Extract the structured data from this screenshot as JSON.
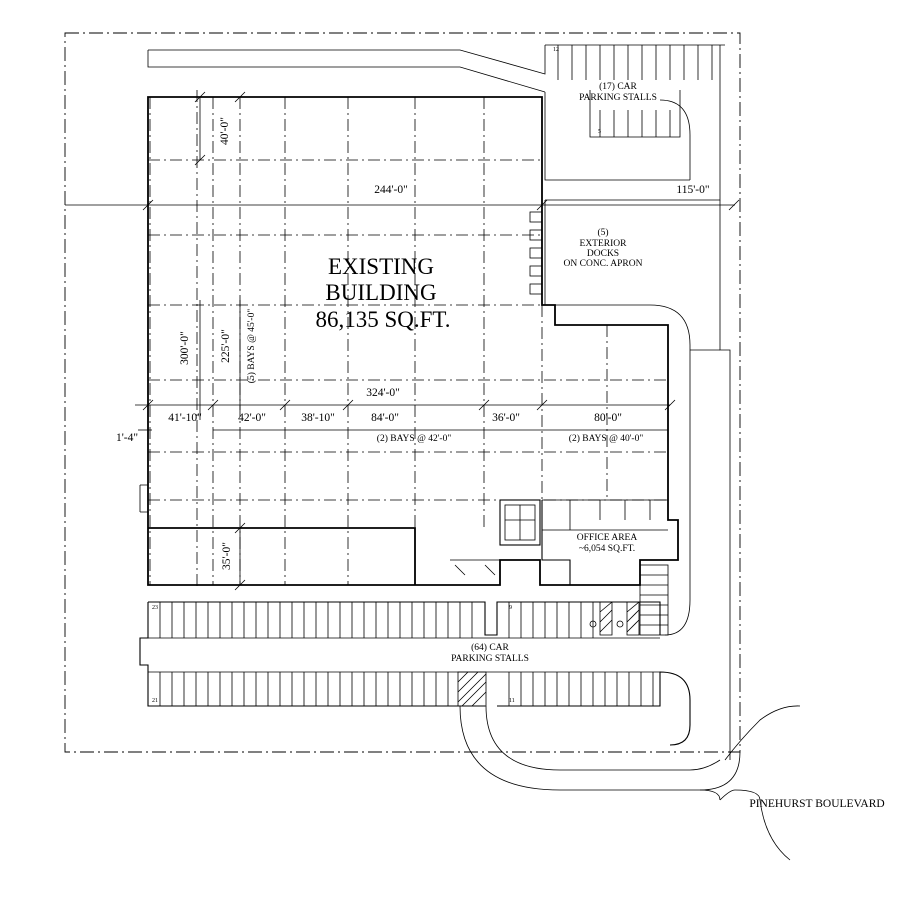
{
  "building": {
    "title_line1": "EXISTING",
    "title_line2": "BUILDING",
    "title_line3": "86,135 SQ.FT."
  },
  "office": {
    "line1": "OFFICE AREA",
    "line2": "~6,054 SQ.FT."
  },
  "docks": {
    "line1": "(5)",
    "line2": "EXTERIOR",
    "line3": "DOCKS",
    "line4": "ON CONC. APRON"
  },
  "parking_north": {
    "line1": "(17) CAR",
    "line2": "PARKING STALLS",
    "count_a": "12",
    "count_b": "5"
  },
  "parking_south": {
    "line1": "(64) CAR",
    "line2": "PARKING STALLS",
    "count_tl": "23",
    "count_bl": "21",
    "count_tr": "9",
    "count_br": "11"
  },
  "street": "PINEHURST BOULEVARD",
  "dimensions": {
    "d40": "40'-0\"",
    "d244": "244'-0\"",
    "d115": "115'-0\"",
    "d300": "300'-0\"",
    "d225": "225'-0\"",
    "bays45": "(5) BAYS @ 45'-0\"",
    "d324": "324'-0\"",
    "d41_10": "41'-10\"",
    "d42": "42'-0\"",
    "d38_10": "38'-10\"",
    "d84": "84'-0\"",
    "d36": "36'-0\"",
    "d80": "80'-0\"",
    "d1_4": "1'-4\"",
    "bays42": "(2) BAYS @ 42'-0\"",
    "bays40": "(2) BAYS @ 40'-0\"",
    "d35": "35'-0\""
  }
}
